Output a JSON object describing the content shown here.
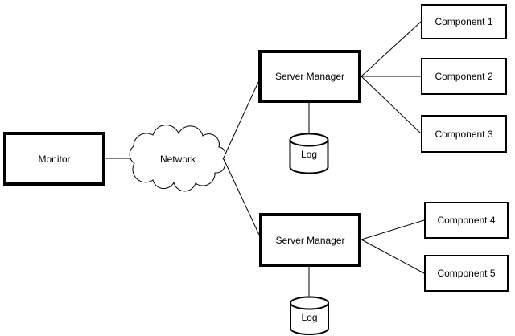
{
  "diagram": {
    "type": "architecture-diagram",
    "background_color": "#ffffff",
    "stroke_color": "#000000",
    "node_fill_color": "#ffffff",
    "nodes": {
      "monitor": {
        "label": "Monitor",
        "shape": "rectangle-thick"
      },
      "network": {
        "label": "Network",
        "shape": "cloud"
      },
      "server_manager_1": {
        "label": "Server Manager",
        "shape": "rectangle-thick"
      },
      "server_manager_2": {
        "label": "Server Manager",
        "shape": "rectangle-thick"
      },
      "log_1": {
        "label": "Log",
        "shape": "cylinder"
      },
      "log_2": {
        "label": "Log",
        "shape": "cylinder"
      },
      "component_1": {
        "label": "Component 1",
        "shape": "rectangle"
      },
      "component_2": {
        "label": "Component 2",
        "shape": "rectangle"
      },
      "component_3": {
        "label": "Component 3",
        "shape": "rectangle"
      },
      "component_4": {
        "label": "Component 4",
        "shape": "rectangle"
      },
      "component_5": {
        "label": "Component 5",
        "shape": "rectangle"
      }
    },
    "edges": [
      {
        "from": "monitor",
        "to": "network"
      },
      {
        "from": "network",
        "to": "server_manager_1"
      },
      {
        "from": "network",
        "to": "server_manager_2"
      },
      {
        "from": "server_manager_1",
        "to": "log_1"
      },
      {
        "from": "server_manager_1",
        "to": "component_1"
      },
      {
        "from": "server_manager_1",
        "to": "component_2"
      },
      {
        "from": "server_manager_1",
        "to": "component_3"
      },
      {
        "from": "server_manager_2",
        "to": "log_2"
      },
      {
        "from": "server_manager_2",
        "to": "component_4"
      },
      {
        "from": "server_manager_2",
        "to": "component_5"
      }
    ]
  }
}
